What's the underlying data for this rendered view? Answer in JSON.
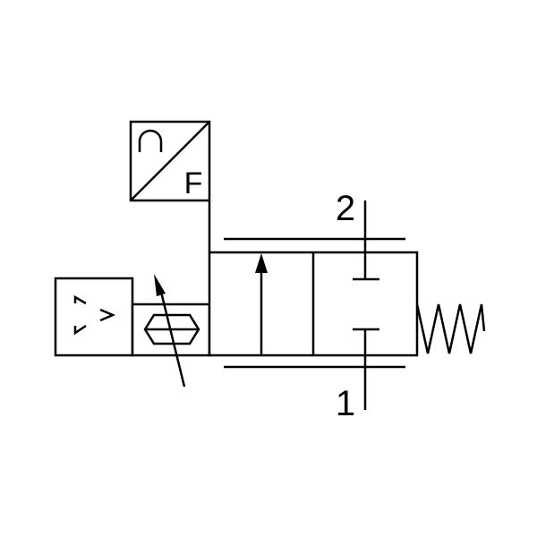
{
  "diagram": {
    "port_top_label": "2",
    "port_bottom_label": "1",
    "converter_label": "F"
  },
  "colors": {
    "stroke": "#000000",
    "background": "#ffffff"
  },
  "icons": {
    "converter": "electrical-to-force-converter-icon",
    "amplifier": "amplifier-triangle-icon",
    "proportional": "variable-arrow-icon",
    "spring": "spring-return-icon"
  }
}
